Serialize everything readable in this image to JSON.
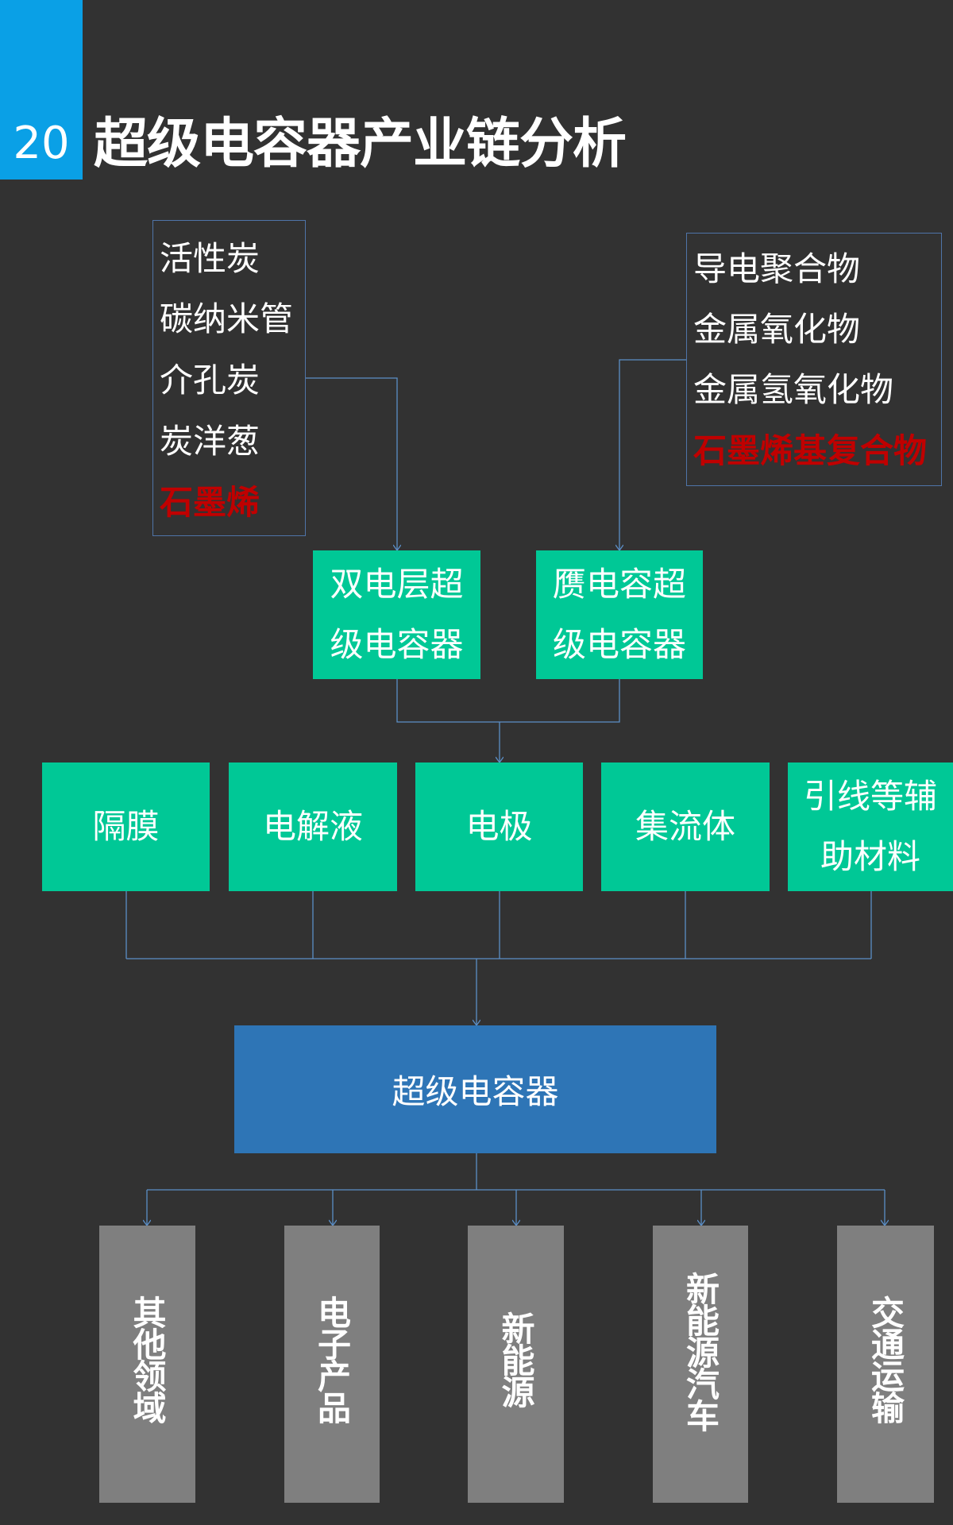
{
  "header": {
    "number": "20",
    "title": "超级电容器产业链分析"
  },
  "edlc_materials": [
    "活性炭",
    "碳纳米管",
    "介孔炭",
    "炭洋葱",
    "石墨烯"
  ],
  "pseudo_materials": [
    "导电聚合物",
    "金属氧化物",
    "金属氢氧化物",
    "石墨烯基复合物"
  ],
  "capacitor_types": [
    {
      "line1": "双电层超",
      "line2": "级电容器"
    },
    {
      "line1": "赝电容超",
      "line2": "级电容器"
    }
  ],
  "components": [
    "隔膜",
    "电解液",
    "电极",
    "集流体"
  ],
  "component_last": {
    "line1": "引线等辅",
    "line2": "助材料"
  },
  "product": "超级电容器",
  "applications": [
    "其他领域",
    "电子产品",
    "新能源",
    "新能源汽车",
    "交通运输"
  ],
  "colors": {
    "green": "#00c896",
    "blue": "#2e75b6",
    "gray": "#7f7f7f",
    "highlight": "#c00000",
    "accent": "#0aa0e6"
  }
}
